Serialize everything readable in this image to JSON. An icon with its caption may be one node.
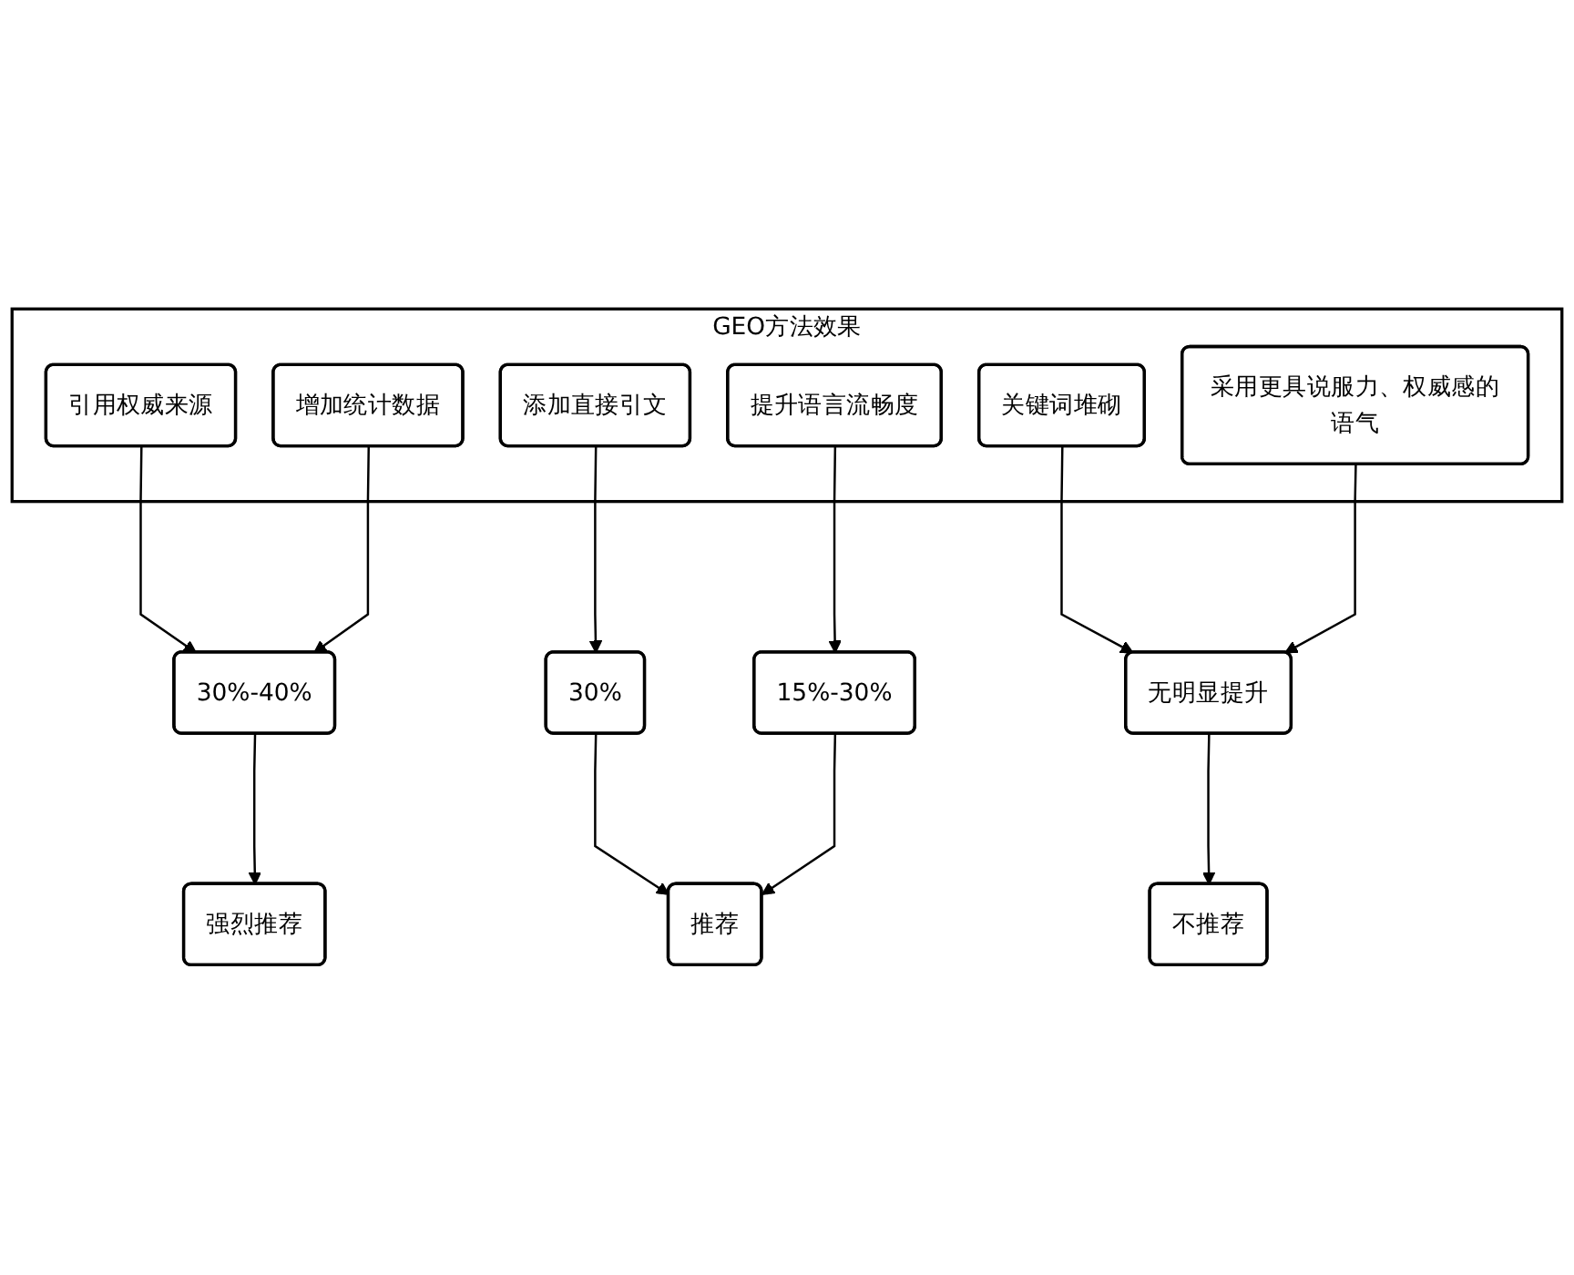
{
  "diagram": {
    "nodes": [
      {
        "text": [
          "GEO方法效果"
        ]
      },
      {
        "text": [
          "引用权威来源"
        ],
        "in": 0
      },
      {
        "text": [
          "增加统计数据"
        ],
        "in": 0
      },
      {
        "text": [
          "添加直接引文"
        ],
        "in": 0
      },
      {
        "text": [
          "提升语言流畅度"
        ],
        "in": 0
      },
      {
        "text": [
          "关键词堆砌"
        ],
        "in": 0
      },
      {
        "text": [
          "采用更具说服力、权威感的语气"
        ],
        "in": 0
      },
      {
        "text": [
          "30%-40%"
        ]
      },
      {
        "text": [
          "30%"
        ]
      },
      {
        "text": [
          "15%-30%"
        ]
      },
      {
        "text": [
          "无明显提升"
        ]
      },
      {
        "text": [
          "强烈推荐"
        ]
      },
      {
        "text": [
          "推荐"
        ]
      },
      {
        "text": [
          "不推荐"
        ]
      }
    ],
    "edges": [
      {
        "from": 1,
        "to": 7,
        "arrow": "to"
      },
      {
        "from": 2,
        "to": 7,
        "arrow": "to"
      },
      {
        "from": 3,
        "to": 8,
        "arrow": "to"
      },
      {
        "from": 4,
        "to": 9,
        "arrow": "to"
      },
      {
        "from": 5,
        "to": 10,
        "arrow": "to"
      },
      {
        "from": 6,
        "to": 10,
        "arrow": "to"
      },
      {
        "from": 7,
        "to": 11,
        "arrow": "to"
      },
      {
        "from": 8,
        "to": 12,
        "arrow": "to"
      },
      {
        "from": 9,
        "to": 12,
        "arrow": "to"
      },
      {
        "from": 10,
        "to": 13,
        "arrow": "to"
      }
    ]
  }
}
